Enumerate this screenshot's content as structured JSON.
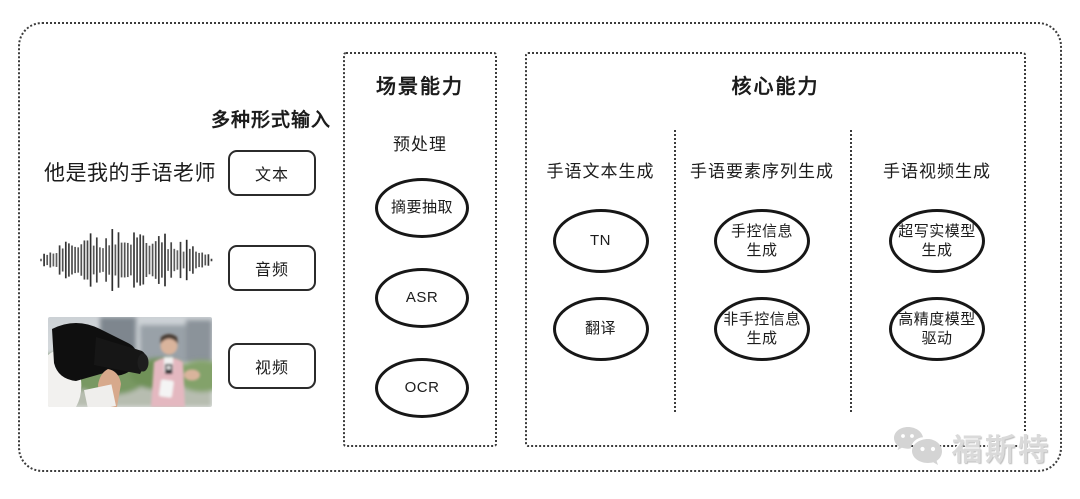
{
  "input_section": {
    "header": "多种形式输入",
    "sample_text": "他是我的手语老师",
    "inputs": [
      "文本",
      "音频",
      "视频"
    ],
    "media": [
      "text-sentence",
      "audio-waveform",
      "video-photo"
    ]
  },
  "scene_box": {
    "title": "场景能力",
    "subtitle": "预处理",
    "nodes": [
      "摘要抽取",
      "ASR",
      "OCR"
    ]
  },
  "core_box": {
    "title": "核心能力",
    "columns": [
      {
        "header": "手语文本生成",
        "nodes": [
          "TN",
          "翻译"
        ]
      },
      {
        "header": "手语要素序列生成",
        "nodes": [
          "手控信息\n生成",
          "非手控信息\n生成"
        ]
      },
      {
        "header": "手语视频生成",
        "nodes": [
          "超写实模型\n生成",
          "高精度模型\n驱动"
        ]
      }
    ]
  },
  "watermark": {
    "icon": "wechat-icon",
    "text": "福斯特"
  },
  "colors": {
    "border": "#3c3c3c",
    "node_border": "#171717",
    "text": "#1c1c1c",
    "watermark": "#dadada"
  }
}
